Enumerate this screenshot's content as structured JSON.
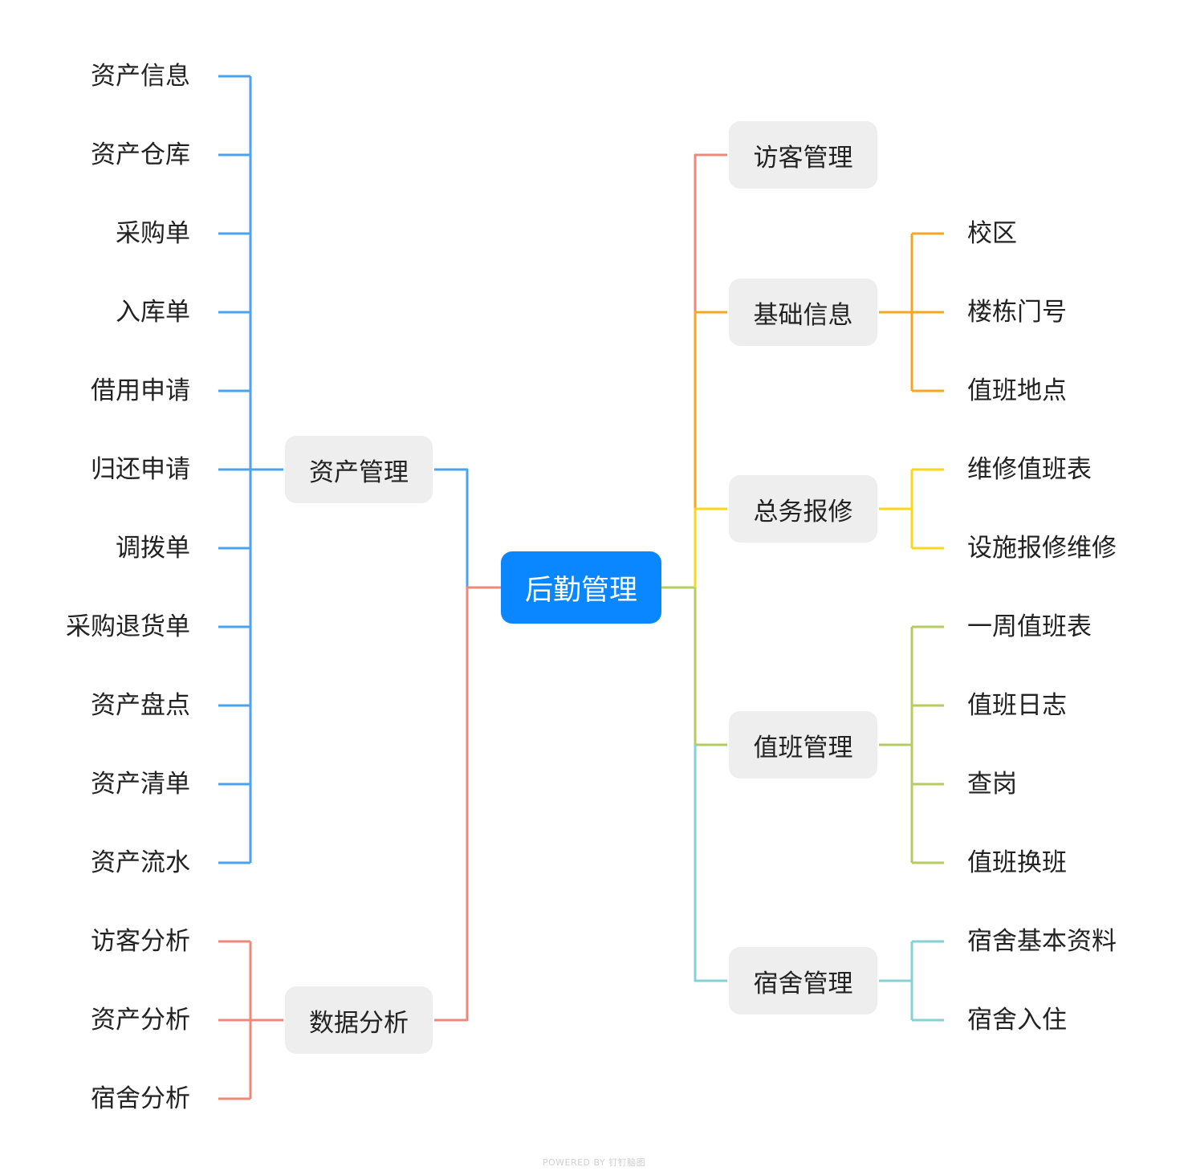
{
  "root": {
    "label": "后勤管理",
    "color": "#0a86ff"
  },
  "colors": {
    "blue": "#4aa3ec",
    "salmon": "#ee8878",
    "orange": "#f5a623",
    "yellow": "#f9d71c",
    "green": "#b6cc62",
    "cyan": "#86d0d6",
    "node_bg": "#eeeeee"
  },
  "left_branches": [
    {
      "label": "资产管理",
      "color": "blue",
      "leaves": [
        "资产信息",
        "资产仓库",
        "采购单",
        "入库单",
        "借用申请",
        "归还申请",
        "调拨单",
        "采购退货单",
        "资产盘点",
        "资产清单",
        "资产流水"
      ]
    },
    {
      "label": "数据分析",
      "color": "salmon",
      "leaves": [
        "访客分析",
        "资产分析",
        "宿舍分析"
      ]
    }
  ],
  "right_branches": [
    {
      "label": "访客管理",
      "color": "salmon",
      "leaves": []
    },
    {
      "label": "基础信息",
      "color": "orange",
      "leaves": [
        "校区",
        "楼栋门号",
        "值班地点"
      ]
    },
    {
      "label": "总务报修",
      "color": "yellow",
      "leaves": [
        "维修值班表",
        "设施报修维修"
      ]
    },
    {
      "label": "值班管理",
      "color": "green",
      "leaves": [
        "一周值班表",
        "值班日志",
        "查岗",
        "值班换班"
      ]
    },
    {
      "label": "宿舍管理",
      "color": "cyan",
      "leaves": [
        "宿舍基本资料",
        "宿舍入住"
      ]
    }
  ],
  "footer": {
    "watermark": "POWERED BY 钉钉脑图"
  }
}
